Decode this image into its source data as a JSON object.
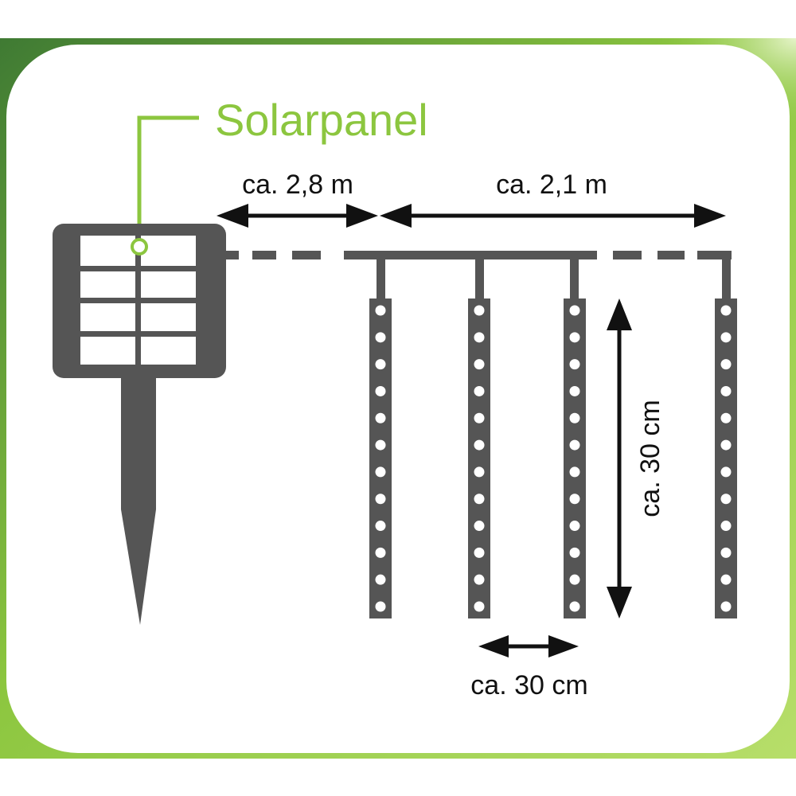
{
  "labels": {
    "solar_panel": "Solarpanel",
    "lead_cable_length": "ca. 2,8 m",
    "light_section_length": "ca. 2,1 m",
    "strand_length": "ca. 30 cm",
    "strand_spacing": "ca. 30 cm"
  },
  "colors": {
    "frame_green": "#8cc63f",
    "frame_green_dark": "#4a8a3a",
    "accent_green": "#8cc63f",
    "device_gray": "#555555",
    "arrow_black": "#111111",
    "led_white": "#ffffff",
    "background": "#ffffff"
  },
  "icons": {
    "panel": "solar-panel-icon",
    "stake": "ground-stake-icon",
    "led_strand": "led-strand-icon"
  },
  "strands": {
    "count": 4,
    "leds_per_strand": 12
  }
}
